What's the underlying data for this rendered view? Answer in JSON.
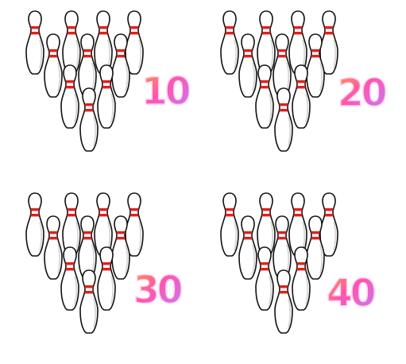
{
  "groups": [
    {
      "number": "10"
    },
    {
      "number": "20"
    },
    {
      "number": "30"
    },
    {
      "number": "40"
    }
  ],
  "colors": {
    "pin_body": "#ffffff",
    "pin_outline": "#111111",
    "stripe": "#e0201c",
    "number_gradient": [
      "#ff55b0",
      "#c07cff",
      "#ff9a3c"
    ]
  },
  "icons": {
    "pin": "bowling-pin-icon"
  }
}
